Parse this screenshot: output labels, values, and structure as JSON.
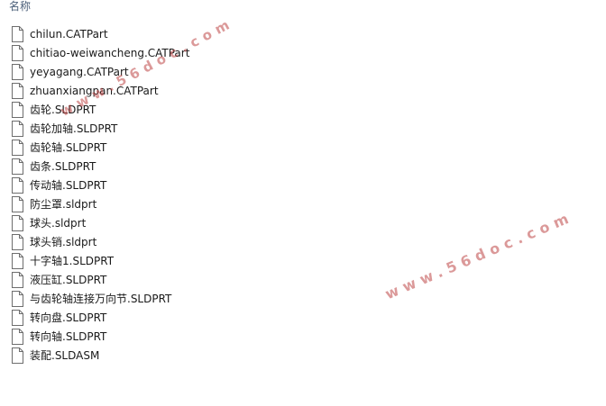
{
  "header": {
    "name_column": "名称"
  },
  "files": [
    {
      "name": "chilun.CATPart"
    },
    {
      "name": "chitiao-weiwancheng.CATPart"
    },
    {
      "name": "yeyagang.CATPart"
    },
    {
      "name": "zhuanxiangpan.CATPart"
    },
    {
      "name": "齿轮.SLDPRT"
    },
    {
      "name": "齿轮加轴.SLDPRT"
    },
    {
      "name": "齿轮轴.SLDPRT"
    },
    {
      "name": "齿条.SLDPRT"
    },
    {
      "name": "传动轴.SLDPRT"
    },
    {
      "name": "防尘罩.sldprt"
    },
    {
      "name": "球头.sldprt"
    },
    {
      "name": "球头销.sldprt"
    },
    {
      "name": "十字轴1.SLDPRT"
    },
    {
      "name": "液压缸.SLDPRT"
    },
    {
      "name": "与齿轮轴连接万向节.SLDPRT"
    },
    {
      "name": "转向盘.SLDPRT"
    },
    {
      "name": "转向轴.SLDPRT"
    },
    {
      "name": "装配.SLDASM"
    }
  ],
  "watermarks": [
    {
      "text": "www.56doc.com"
    },
    {
      "text": "www.56doc.com"
    }
  ],
  "icon": "generic-file-icon",
  "colors": {
    "header_text": "#4c607a",
    "file_text": "#1a1a1a",
    "watermark": "#be4646"
  }
}
